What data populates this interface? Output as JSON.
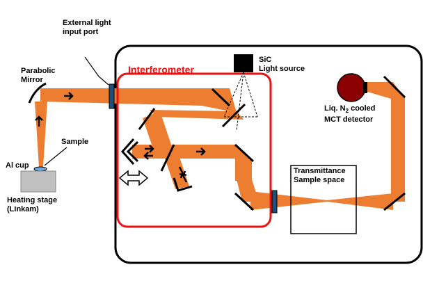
{
  "labels": {
    "external_port_1": "External light",
    "external_port_2": "input port",
    "parabolic_1": "Parabolic",
    "parabolic_2": "Mirror",
    "interferometer": "Interferometer",
    "sic_1": "SiC",
    "sic_2": "Light source",
    "detector_1_pre": "Liq. N",
    "detector_1_sub": "2",
    "detector_1_post": " cooled",
    "detector_2": "MCT detector",
    "sample": "Sample",
    "al_cup": "Al cup",
    "heating_1": "Heating stage",
    "heating_2": "(Linkam)",
    "transmittance_1": "Transmittance",
    "transmittance_2": "Sample space"
  },
  "colors": {
    "beam": "#ed7d31",
    "interferometer_box": "#ee1111",
    "port_window": "#1f4e79",
    "detector": "#8b0000",
    "heating_stage": "#c0c0c0"
  }
}
